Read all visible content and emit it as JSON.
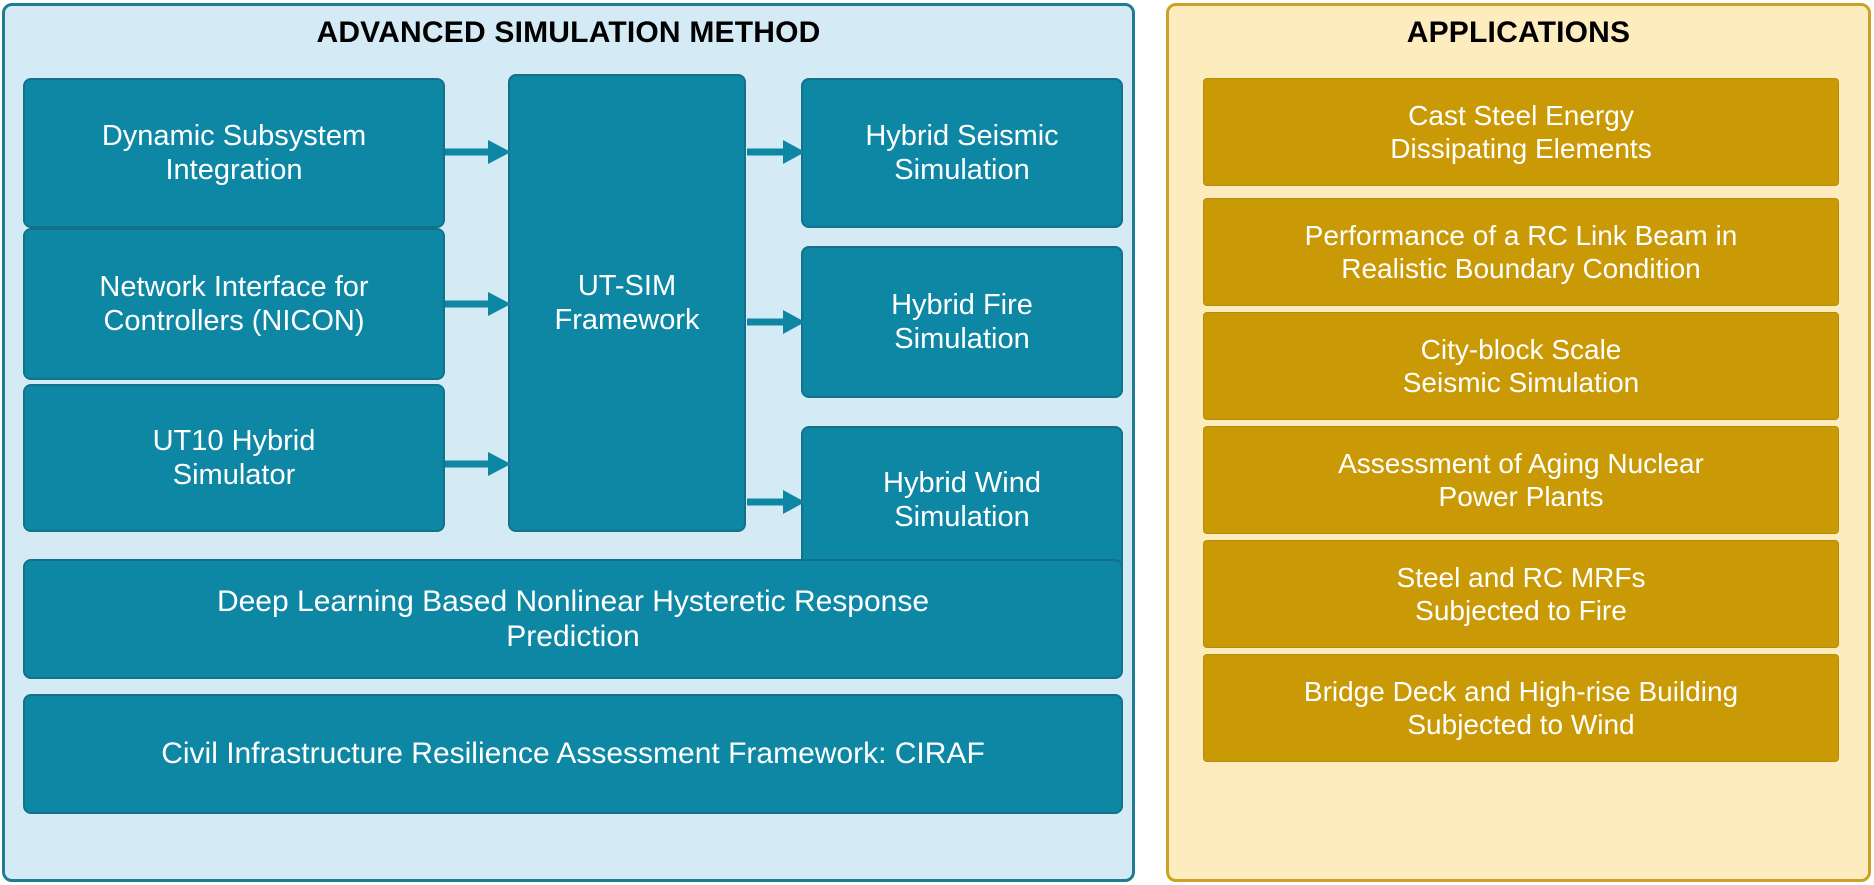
{
  "diagram": {
    "colors": {
      "method_panel_bg": "#D4EAF5",
      "method_panel_border": "#1F7C92",
      "apps_panel_bg": "#FDEDBE",
      "apps_panel_border": "#C9A227",
      "teal_box": "#0E87A4",
      "teal_box_border": "#13728A",
      "gold_box": "#C99A06",
      "gold_box_border": "#B98C05",
      "box_text": "#FFFFFF",
      "title_text": "#000000",
      "arrow": "#0E87A4"
    }
  },
  "method_panel": {
    "title": "ADVANCED SIMULATION METHOD",
    "inputs": [
      {
        "label": "Dynamic Subsystem\nIntegration"
      },
      {
        "label": "Network Interface for\nControllers (NICON)"
      },
      {
        "label": "UT10 Hybrid\nSimulator"
      }
    ],
    "core": {
      "label": "UT-SIM\nFramework"
    },
    "outputs": [
      {
        "label": "Hybrid Seismic\nSimulation"
      },
      {
        "label": "Hybrid Fire\nSimulation"
      },
      {
        "label": "Hybrid Wind\nSimulation"
      }
    ],
    "footer_boxes": [
      {
        "label": "Deep Learning Based Nonlinear Hysteretic Response\nPrediction"
      },
      {
        "label": "Civil Infrastructure Resilience Assessment Framework: CIRAF"
      }
    ]
  },
  "apps_panel": {
    "title": "APPLICATIONS",
    "items": [
      {
        "label": "Cast Steel Energy\nDissipating Elements"
      },
      {
        "label": "Performance of a RC Link Beam in\nRealistic Boundary Condition"
      },
      {
        "label": "City-block Scale\nSeismic Simulation"
      },
      {
        "label": "Assessment of Aging Nuclear\nPower Plants"
      },
      {
        "label": "Steel and RC MRFs\nSubjected to Fire"
      },
      {
        "label": "Bridge Deck and High-rise Building\nSubjected to Wind"
      }
    ]
  },
  "arrows": [
    {
      "name": "arrow-input-1-to-core"
    },
    {
      "name": "arrow-input-2-to-core"
    },
    {
      "name": "arrow-input-3-to-core"
    },
    {
      "name": "arrow-core-to-output-1"
    },
    {
      "name": "arrow-core-to-output-2"
    },
    {
      "name": "arrow-core-to-output-3"
    }
  ]
}
